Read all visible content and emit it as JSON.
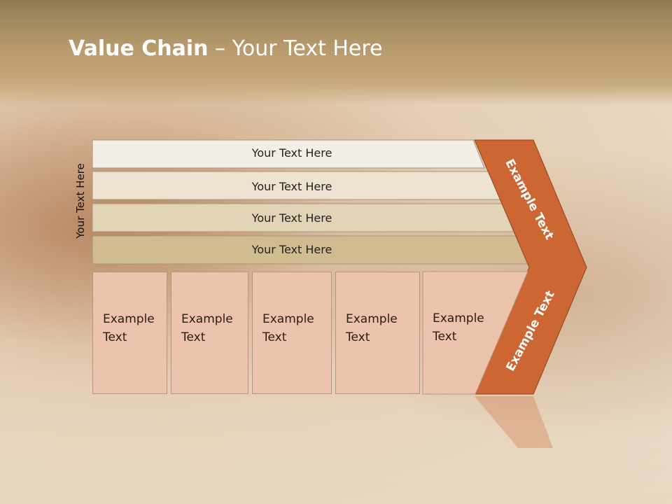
{
  "title": {
    "bold": "Value Chain",
    "rest": " – Your Text Here"
  },
  "side_label": "Your Text Here",
  "rows": [
    {
      "label": "Your Text Here",
      "color": "#f4efe6"
    },
    {
      "label": "Your Text Here",
      "color": "#eee2d0"
    },
    {
      "label": "Your Text Here",
      "color": "#e3d3b7"
    },
    {
      "label": "Your Text Here",
      "color": "#d1bc92"
    }
  ],
  "boxes": [
    {
      "label": "Example Text"
    },
    {
      "label": "Example Text"
    },
    {
      "label": "Example Text"
    },
    {
      "label": "Example Text"
    },
    {
      "label": "Example Text"
    }
  ],
  "arrow": {
    "upper": "Example Text",
    "lower": "Example Text",
    "color": "#cc6633"
  },
  "colors": {
    "box": "#ecc3ad",
    "border": "#b9957f"
  }
}
